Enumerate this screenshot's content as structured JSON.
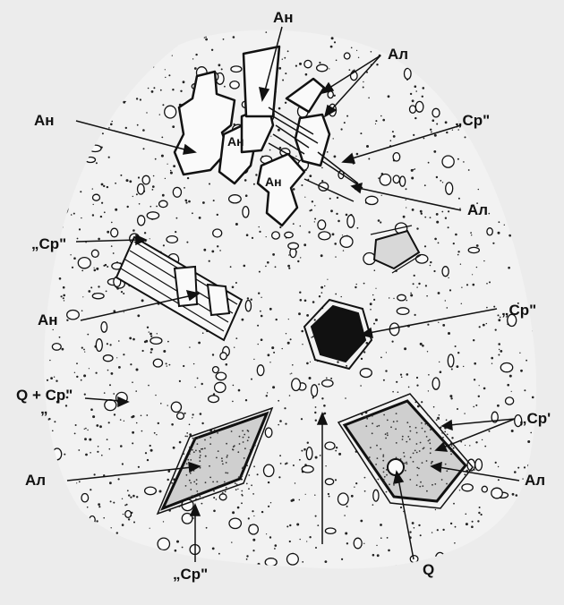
{
  "labels": {
    "an_top": "Ан",
    "al_top": "Ал",
    "an_left": "Ан",
    "cp_right_top": "„Cp\"",
    "al_right": "Ал",
    "cp_left": "„Cp\"",
    "an_mid_left": "Ан",
    "cp_mid_right": "„Cp\"",
    "q_cp": "Q + Cp\"",
    "q_cp_open": "„",
    "cp_lower_right": "„Cp'",
    "al_bottom_left": "Ал",
    "al_bottom_right": "Ал",
    "cp_bottom": "„Cp\"",
    "q_bottom": "Q",
    "an_inner_1": "Ан",
    "an_inner_2": "Ан"
  },
  "colors": {
    "ink": "#111111",
    "paper": "#ececec"
  }
}
